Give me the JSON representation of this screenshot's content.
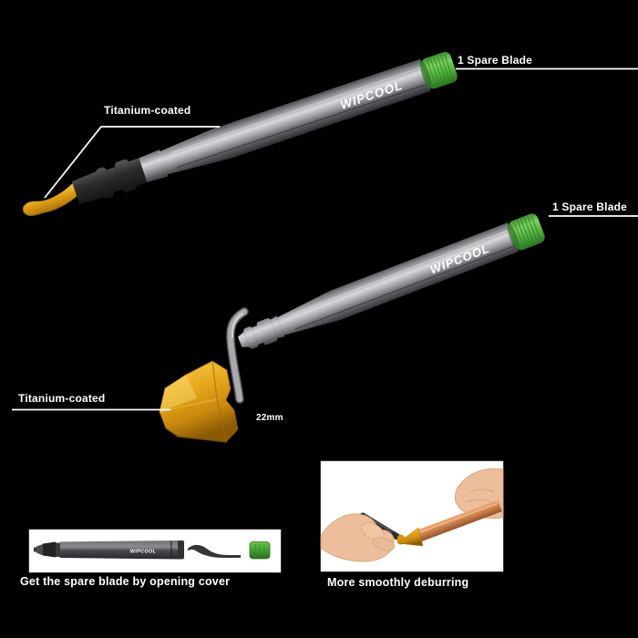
{
  "brand": {
    "name": "WIPCOOL"
  },
  "tool_top": {
    "blade_annotation": "Titanium-coated",
    "cap_annotation": "1 Spare Blade"
  },
  "tool_middle": {
    "blade_annotation": "Titanium-coated",
    "cap_annotation": "1 Spare Blade",
    "blade_size": "22mm"
  },
  "photos": {
    "spare_blade_caption": "Get the spare blade by opening cover",
    "deburring_caption": "More smoothly deburring"
  },
  "colors": {
    "background": "#000000",
    "annotation_text": "#ffffff",
    "cap_green": "#5bbe45",
    "blade_gold": "#e8ab1e",
    "handle_gray": "#9a9aa0",
    "copper": "#c97b45",
    "photo_background": "#ffffff"
  }
}
